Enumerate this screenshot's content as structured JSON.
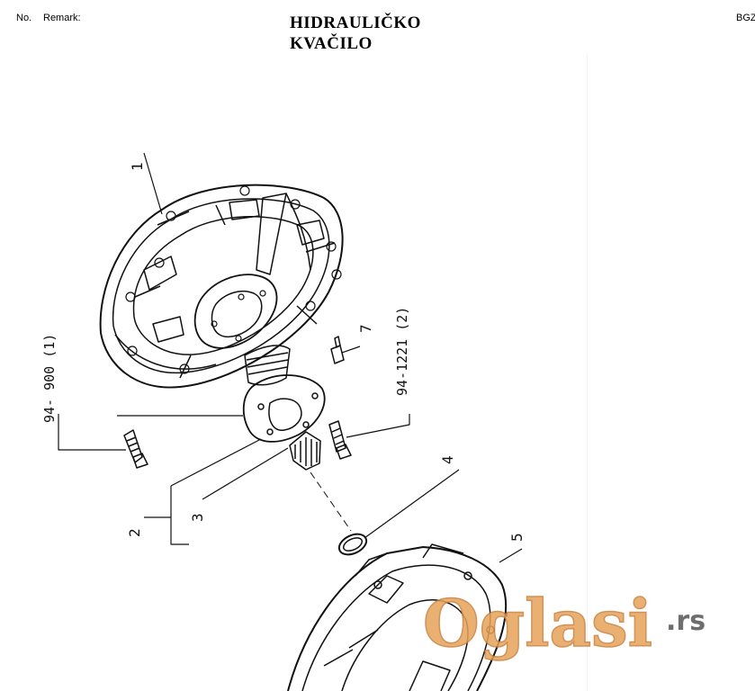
{
  "header": {
    "no_label": "No.",
    "remark_label": "Remark:",
    "code": "BGZ",
    "title_line1": "HIDRAULIČKO",
    "title_line2": "KVAČILO"
  },
  "callouts": {
    "c1": "1",
    "c2": "2",
    "c3": "3",
    "c4": "4",
    "c5": "5",
    "c7": "7",
    "ref_left": "94- 900 (1)",
    "ref_right": "94-1221 (2)"
  },
  "watermark": {
    "brand": "Oglasi",
    "tld": ".rs"
  }
}
